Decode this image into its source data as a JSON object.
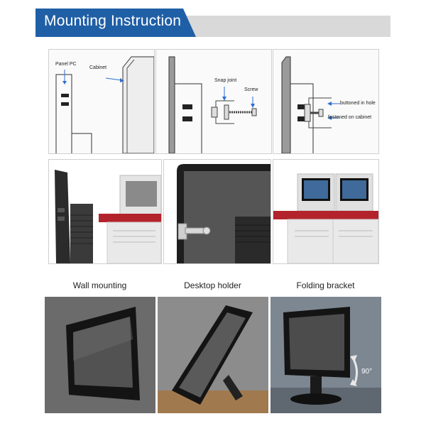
{
  "header": {
    "title": "Mounting Instruction"
  },
  "diagrams": {
    "panel1": {
      "panel_pc": "Panel PC",
      "cabinet": "Cabinet"
    },
    "panel2": {
      "snap_joint": "Snap joint",
      "screw": "Screw"
    },
    "panel3": {
      "buttoned": "buttoned in hole",
      "fastened": "fastened on cabinet"
    }
  },
  "captions": {
    "wall": "Wall mounting",
    "desktop": "Desktop holder",
    "folding": "Folding bracket"
  },
  "badges": {
    "angle": "90°"
  },
  "colors": {
    "accent": "#1f5fa6",
    "header_bg": "#d9d9d9",
    "arrow": "#2d6fd1",
    "cabinet_red": "#b3232b"
  }
}
